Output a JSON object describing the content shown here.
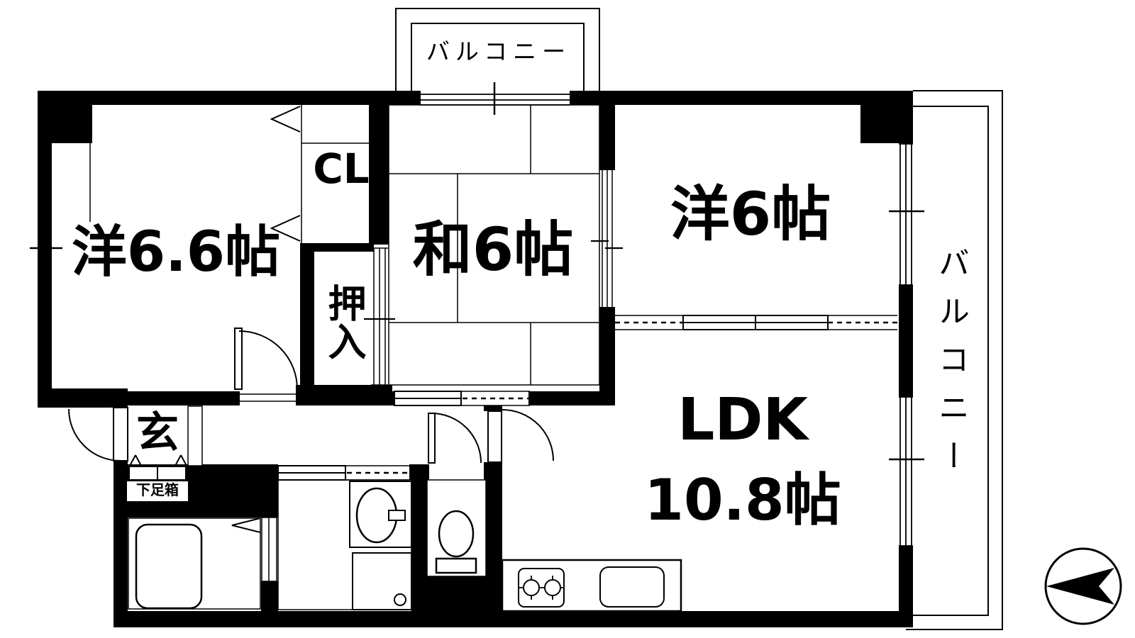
{
  "plan": {
    "background": "#ffffff",
    "ink": "#000000",
    "labels": {
      "western_66": "洋6.6帖",
      "closet": "CL",
      "oshiire": "押入",
      "japanese_6": "和6帖",
      "western_6": "洋6帖",
      "ldk": "LDK",
      "ldk_size": "10.8帖",
      "genkan": "玄",
      "shoe_box": "下足箱",
      "balcony_top": "バルコニー",
      "balcony_right": "バルコニー"
    }
  }
}
